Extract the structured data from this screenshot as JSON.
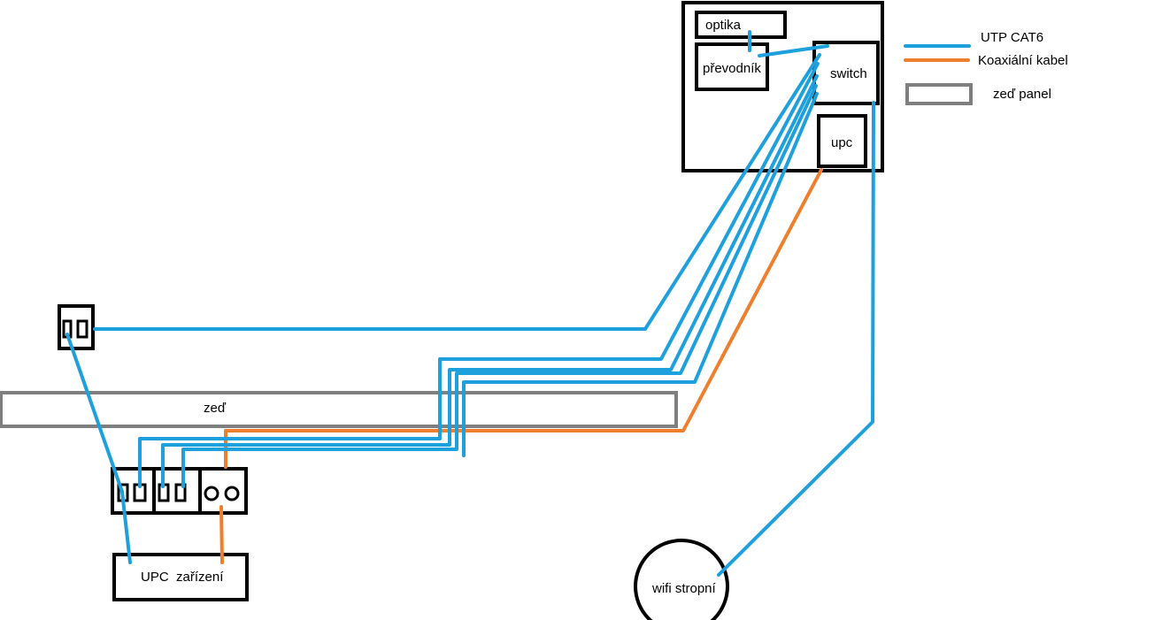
{
  "colors": {
    "utp": "#1ea0dc",
    "coax": "#ee7f2d",
    "wall": "#7f7f7f",
    "outline": "#000000"
  },
  "cabinet": {
    "optika": "optika",
    "prevodnik": "převodník",
    "switch": "switch",
    "upc": "upc"
  },
  "wall": {
    "label": "zeď"
  },
  "upc_device": {
    "label": "UPC  zařízení"
  },
  "wifi": {
    "label": "wifi stropní"
  },
  "legend": {
    "utp": "UTP CAT6",
    "coax": "Koaxiální kabel",
    "wall_panel": "zeď panel"
  }
}
